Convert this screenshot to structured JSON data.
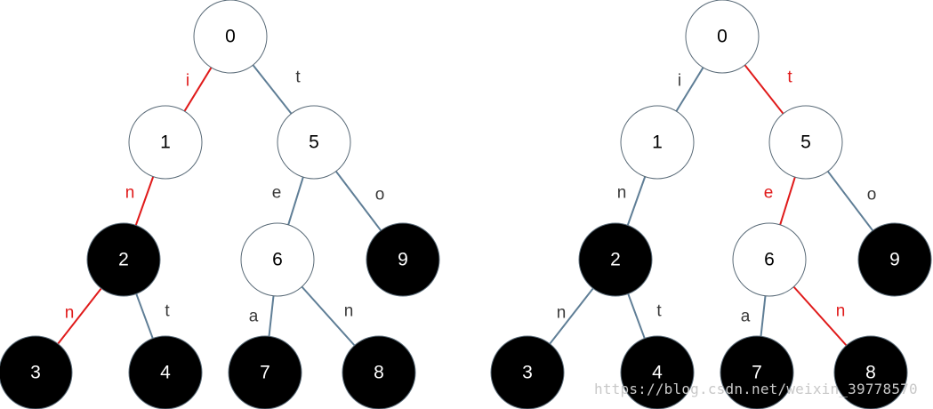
{
  "colors": {
    "edge_default": "#5f7e96",
    "edge_highlight": "#e01a1a",
    "label_default": "#3a3a3a",
    "label_highlight": "#e01a1a",
    "node_outline": "#5a6b78",
    "node_terminal_fill": "#000000",
    "node_open_fill": "#ffffff"
  },
  "trees": [
    {
      "nodes": [
        {
          "id": "0",
          "label": "0",
          "terminal": false
        },
        {
          "id": "1",
          "label": "1",
          "terminal": false
        },
        {
          "id": "5",
          "label": "5",
          "terminal": false
        },
        {
          "id": "2",
          "label": "2",
          "terminal": true
        },
        {
          "id": "6",
          "label": "6",
          "terminal": false
        },
        {
          "id": "9",
          "label": "9",
          "terminal": true
        },
        {
          "id": "3",
          "label": "3",
          "terminal": true
        },
        {
          "id": "4",
          "label": "4",
          "terminal": true
        },
        {
          "id": "7",
          "label": "7",
          "terminal": true
        },
        {
          "id": "8",
          "label": "8",
          "terminal": true
        }
      ],
      "edges": [
        {
          "from": "0",
          "to": "1",
          "char": "i",
          "highlight": true
        },
        {
          "from": "0",
          "to": "5",
          "char": "t",
          "highlight": false
        },
        {
          "from": "1",
          "to": "2",
          "char": "n",
          "highlight": true
        },
        {
          "from": "5",
          "to": "6",
          "char": "e",
          "highlight": false
        },
        {
          "from": "5",
          "to": "9",
          "char": "o",
          "highlight": false
        },
        {
          "from": "2",
          "to": "3",
          "char": "n",
          "highlight": true
        },
        {
          "from": "2",
          "to": "4",
          "char": "t",
          "highlight": false
        },
        {
          "from": "6",
          "to": "7",
          "char": "a",
          "highlight": false
        },
        {
          "from": "6",
          "to": "8",
          "char": "n",
          "highlight": false
        }
      ]
    },
    {
      "nodes": [
        {
          "id": "0",
          "label": "0",
          "terminal": false
        },
        {
          "id": "1",
          "label": "1",
          "terminal": false
        },
        {
          "id": "5",
          "label": "5",
          "terminal": false
        },
        {
          "id": "2",
          "label": "2",
          "terminal": true
        },
        {
          "id": "6",
          "label": "6",
          "terminal": false
        },
        {
          "id": "9",
          "label": "9",
          "terminal": true
        },
        {
          "id": "3",
          "label": "3",
          "terminal": true
        },
        {
          "id": "4",
          "label": "4",
          "terminal": true
        },
        {
          "id": "7",
          "label": "7",
          "terminal": true
        },
        {
          "id": "8",
          "label": "8",
          "terminal": true
        }
      ],
      "edges": [
        {
          "from": "0",
          "to": "1",
          "char": "i",
          "highlight": false
        },
        {
          "from": "0",
          "to": "5",
          "char": "t",
          "highlight": true
        },
        {
          "from": "1",
          "to": "2",
          "char": "n",
          "highlight": false
        },
        {
          "from": "5",
          "to": "6",
          "char": "e",
          "highlight": true
        },
        {
          "from": "5",
          "to": "9",
          "char": "o",
          "highlight": false
        },
        {
          "from": "2",
          "to": "3",
          "char": "n",
          "highlight": false
        },
        {
          "from": "2",
          "to": "4",
          "char": "t",
          "highlight": false
        },
        {
          "from": "6",
          "to": "7",
          "char": "a",
          "highlight": false
        },
        {
          "from": "6",
          "to": "8",
          "char": "n",
          "highlight": true
        }
      ]
    }
  ],
  "watermark": "https://blog.csdn.net/weixin_39778570"
}
